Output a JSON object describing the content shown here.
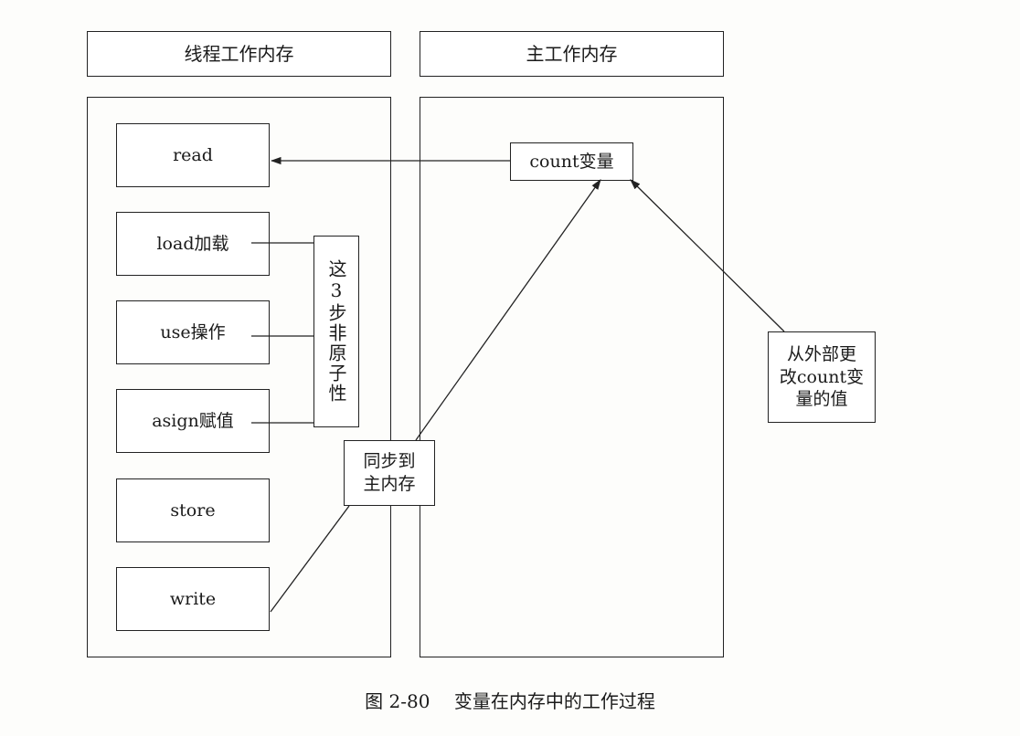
{
  "thread_column": {
    "title": "线程工作内存",
    "steps": [
      {
        "label": "read"
      },
      {
        "label": "load加载"
      },
      {
        "label": "use操作"
      },
      {
        "label": "asign赋值"
      },
      {
        "label": "store"
      },
      {
        "label": "write"
      }
    ],
    "non_atomic_note": "这3步非原子性"
  },
  "main_column": {
    "title": "主工作内存",
    "variable": "count变量",
    "external_change": "从外部更\n改count变\n量的值"
  },
  "sync_label": "同步到\n主内存",
  "caption": {
    "number": "图 2-80",
    "text": "变量在内存中的工作过程"
  }
}
